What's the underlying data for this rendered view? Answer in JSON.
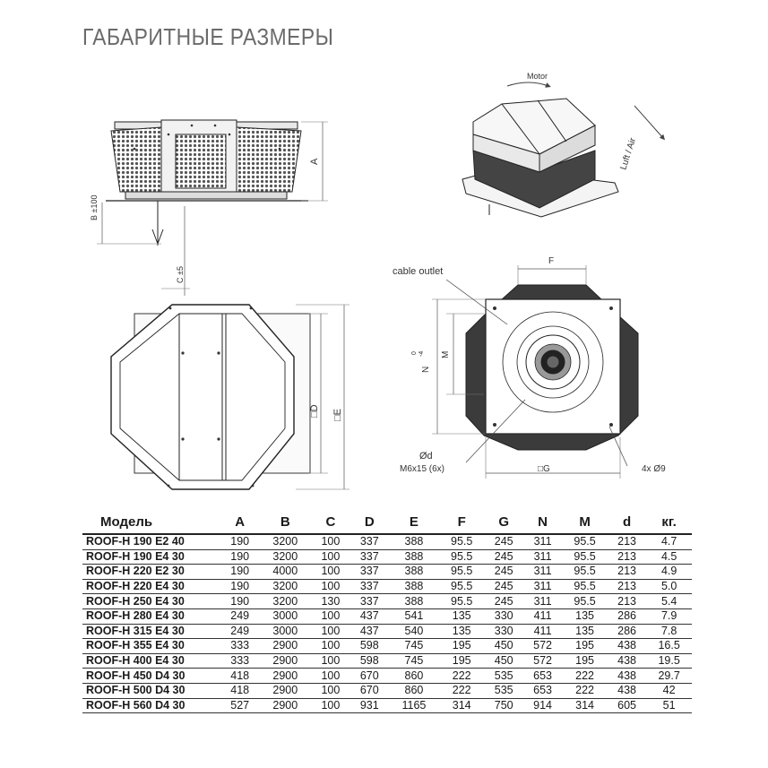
{
  "title": "ГАБАРИТНЫЕ РАЗМЕРЫ",
  "drawing_labels": {
    "motor": "Motor",
    "luft_air": "Luft / Air",
    "cable_outlet": "cable outlet",
    "dim_a": "A",
    "dim_b": "B ±100",
    "dim_c": "C ±5",
    "dim_d": "□D",
    "dim_e": "□E",
    "dim_f": "F",
    "dim_g": "□G",
    "dim_m": "M",
    "dim_n": "N",
    "dim_n_tol_top": "0",
    "dim_n_tol_bot": "-4",
    "dim_phi_d": "Ød",
    "screw": "M6x15 (6x)",
    "holes": "4x  Ø9"
  },
  "table": {
    "headers": [
      "Модель",
      "A",
      "B",
      "C",
      "D",
      "E",
      "F",
      "G",
      "N",
      "M",
      "d",
      "кг."
    ],
    "rows": [
      [
        "ROOF-H 190 E2 40",
        "190",
        "3200",
        "100",
        "337",
        "388",
        "95.5",
        "245",
        "311",
        "95.5",
        "213",
        "4.7"
      ],
      [
        "ROOF-H 190 E4 30",
        "190",
        "3200",
        "100",
        "337",
        "388",
        "95.5",
        "245",
        "311",
        "95.5",
        "213",
        "4.5"
      ],
      [
        "ROOF-H 220 E2 30",
        "190",
        "4000",
        "100",
        "337",
        "388",
        "95.5",
        "245",
        "311",
        "95.5",
        "213",
        "4.9"
      ],
      [
        "ROOF-H 220 E4 30",
        "190",
        "3200",
        "100",
        "337",
        "388",
        "95.5",
        "245",
        "311",
        "95.5",
        "213",
        "5.0"
      ],
      [
        "ROOF-H 250 E4 30",
        "190",
        "3200",
        "130",
        "337",
        "388",
        "95.5",
        "245",
        "311",
        "95.5",
        "213",
        "5.4"
      ],
      [
        "ROOF-H 280 E4 30",
        "249",
        "3000",
        "100",
        "437",
        "541",
        "135",
        "330",
        "411",
        "135",
        "286",
        "7.9"
      ],
      [
        "ROOF-H 315 E4 30",
        "249",
        "3000",
        "100",
        "437",
        "540",
        "135",
        "330",
        "411",
        "135",
        "286",
        "7.8"
      ],
      [
        "ROOF-H 355 E4 30",
        "333",
        "2900",
        "100",
        "598",
        "745",
        "195",
        "450",
        "572",
        "195",
        "438",
        "16.5"
      ],
      [
        "ROOF-H 400 E4 30",
        "333",
        "2900",
        "100",
        "598",
        "745",
        "195",
        "450",
        "572",
        "195",
        "438",
        "19.5"
      ],
      [
        "ROOF-H 450 D4 30",
        "418",
        "2900",
        "100",
        "670",
        "860",
        "222",
        "535",
        "653",
        "222",
        "438",
        "29.7"
      ],
      [
        "ROOF-H 500 D4 30",
        "418",
        "2900",
        "100",
        "670",
        "860",
        "222",
        "535",
        "653",
        "222",
        "438",
        "42"
      ],
      [
        "ROOF-H 560 D4 30",
        "527",
        "2900",
        "100",
        "931",
        "1165",
        "314",
        "750",
        "914",
        "314",
        "605",
        "51"
      ]
    ]
  }
}
